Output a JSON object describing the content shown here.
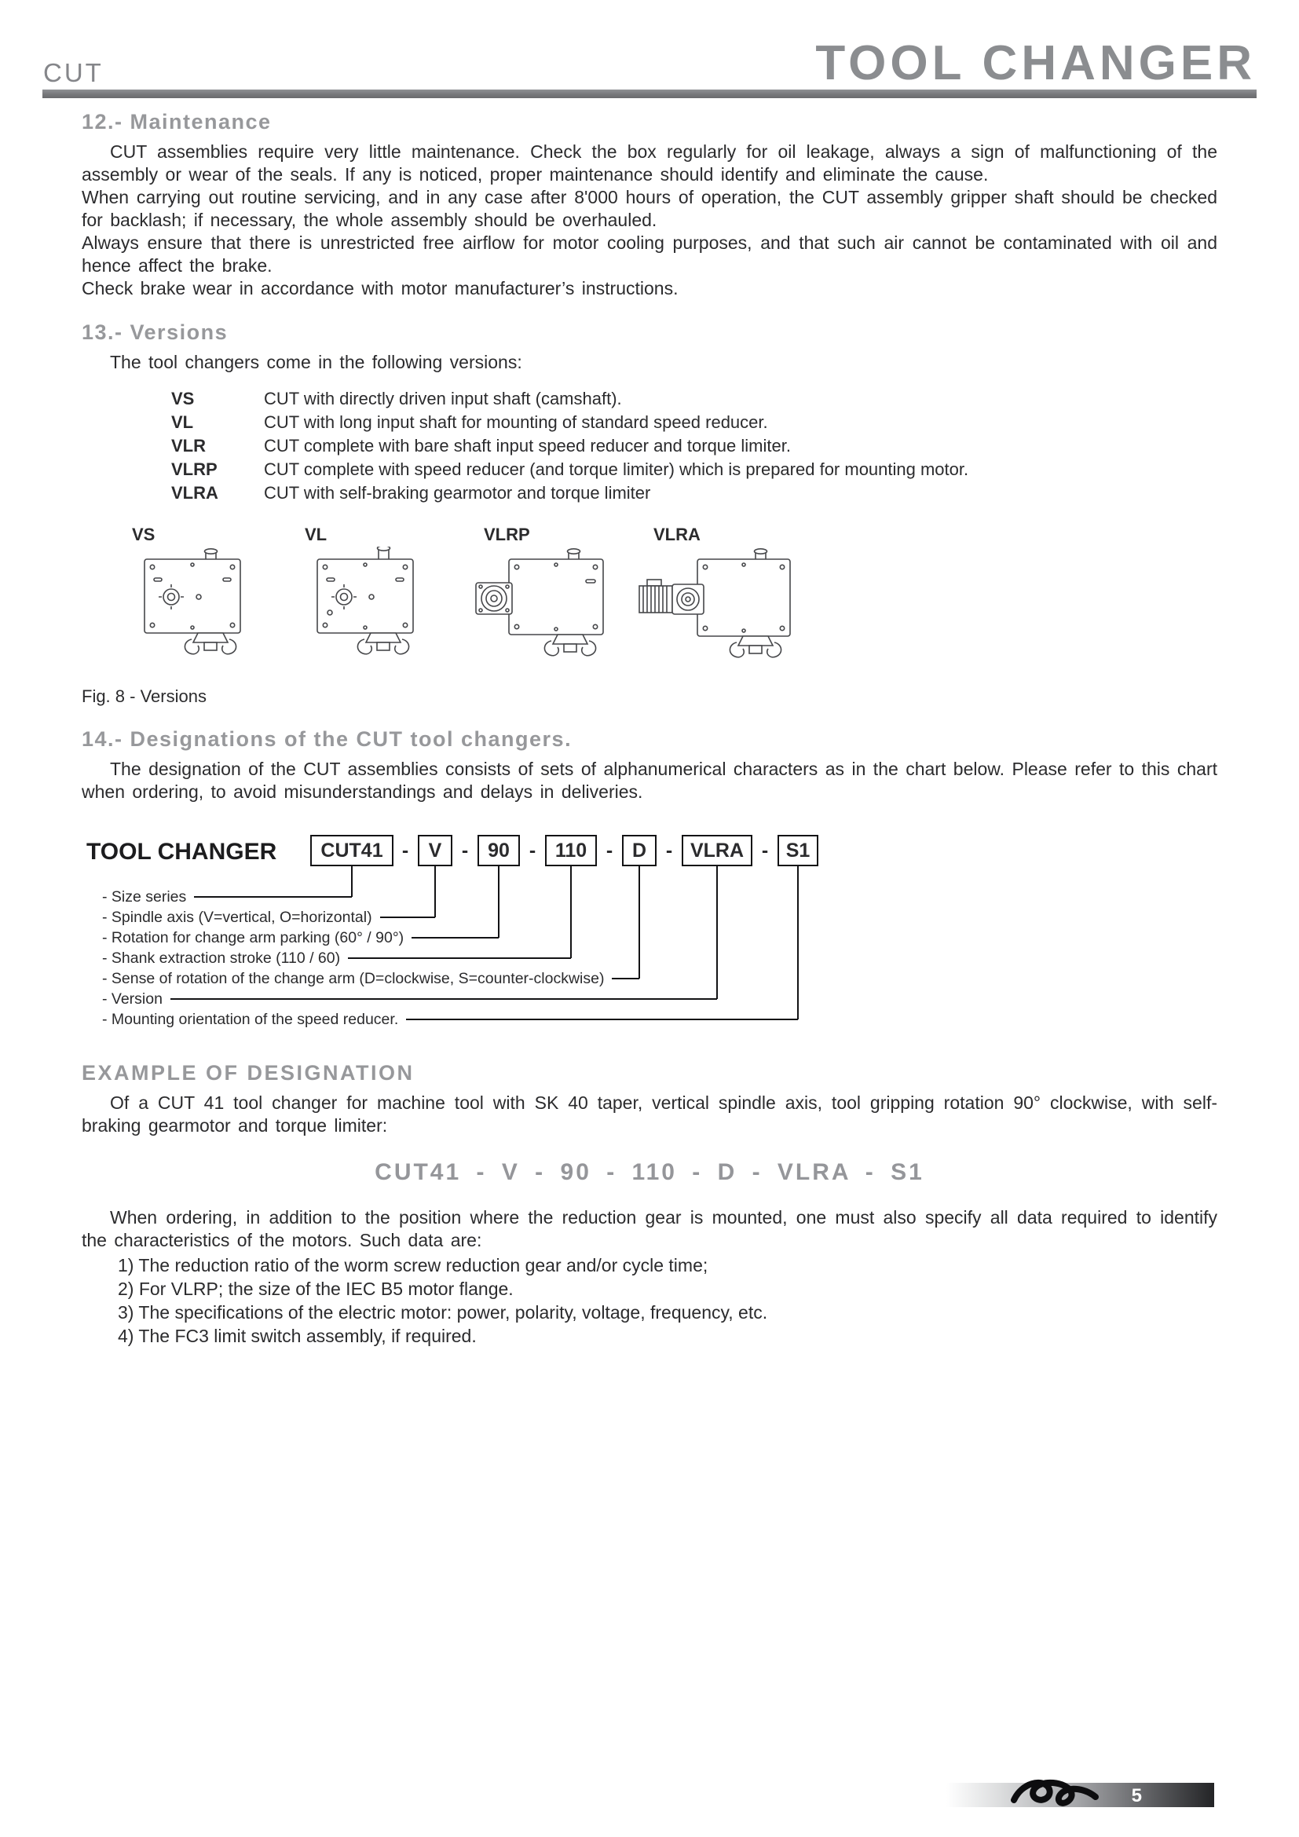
{
  "header": {
    "product": "CUT",
    "title": "TOOL CHANGER"
  },
  "maintenance": {
    "heading": "12.- Maintenance",
    "paragraphs": [
      "CUT assemblies require very little maintenance. Check the box regularly for oil leakage, always a sign of malfunctioning of the assembly or wear of the seals. If any is noticed, proper maintenance should identify and eliminate the cause.",
      "When carrying out routine servicing, and in any case after 8'000 hours of operation, the CUT assembly gripper shaft should be checked for backlash; if necessary, the whole assembly should be overhauled.",
      "Always ensure that there is unrestricted free airflow for motor cooling purposes, and that such air cannot be contaminated with oil and hence affect the brake.",
      "Check brake wear in accordance with motor manufacturer’s instructions."
    ]
  },
  "versions": {
    "heading": "13.- Versions",
    "intro": "The tool changers come in the following versions:",
    "items": [
      {
        "term": "VS",
        "description": "CUT with directly driven input shaft (camshaft)."
      },
      {
        "term": "VL",
        "description": "CUT with long input shaft for mounting of standard speed reducer."
      },
      {
        "term": "VLR",
        "description": "CUT complete with bare shaft input speed reducer and torque limiter."
      },
      {
        "term": "VLRP",
        "description": "CUT complete with speed reducer (and torque limiter) which is prepared for mounting motor."
      },
      {
        "term": "VLRA",
        "description": "CUT with self-braking gearmotor and torque limiter"
      }
    ],
    "figure_labels": [
      "VS",
      "VL",
      "VLRP",
      "VLRA"
    ],
    "figure_caption": "Fig.  8 - Versions"
  },
  "designations": {
    "heading": "14.- Designations of the CUT tool changers.",
    "paragraph": "The designation of the CUT assemblies consists of sets of alphanumerical characters as in the chart below. Please refer to this chart when ordering, to avoid misunderstandings and delays in deliveries.",
    "chart": {
      "label": "TOOL CHANGER",
      "separator": "-",
      "codes": [
        "CUT41",
        "V",
        "90",
        "110",
        "D",
        "VLRA",
        "S1"
      ],
      "labels": [
        "- Size series",
        "- Spindle axis (V=vertical, O=horizontal)",
        "- Rotation for change arm parking (60° / 90°)",
        "- Shank extraction stroke (110 / 60)",
        "- Sense of rotation of the change arm (D=clockwise, S=counter-clockwise)",
        "- Version",
        "- Mounting orientation of the speed reducer."
      ]
    }
  },
  "example": {
    "heading": "EXAMPLE OF DESIGNATION",
    "paragraph": "Of a CUT 41 tool changer for machine tool with SK 40 taper, vertical spindle axis, tool gripping rotation 90° clockwise, with self-braking gearmotor and torque limiter:",
    "designation": "CUT41 - V - 90 - 110 - D - VLRA - S1",
    "ordering_intro": "When ordering, in addition to the position where the reduction gear is mounted, one must also specify all data required to identify the characteristics of the motors. Such data are:",
    "ordering_items": [
      "1) The reduction ratio of the worm screw reduction gear and/or cycle time;",
      "2) For VLRP; the size of the IEC B5 motor flange.",
      "3) The specifications of the electric motor: power, polarity, voltage, frequency, etc.",
      "4) The FC3 limit switch assembly, if required."
    ]
  },
  "footer": {
    "page_number": "5"
  }
}
